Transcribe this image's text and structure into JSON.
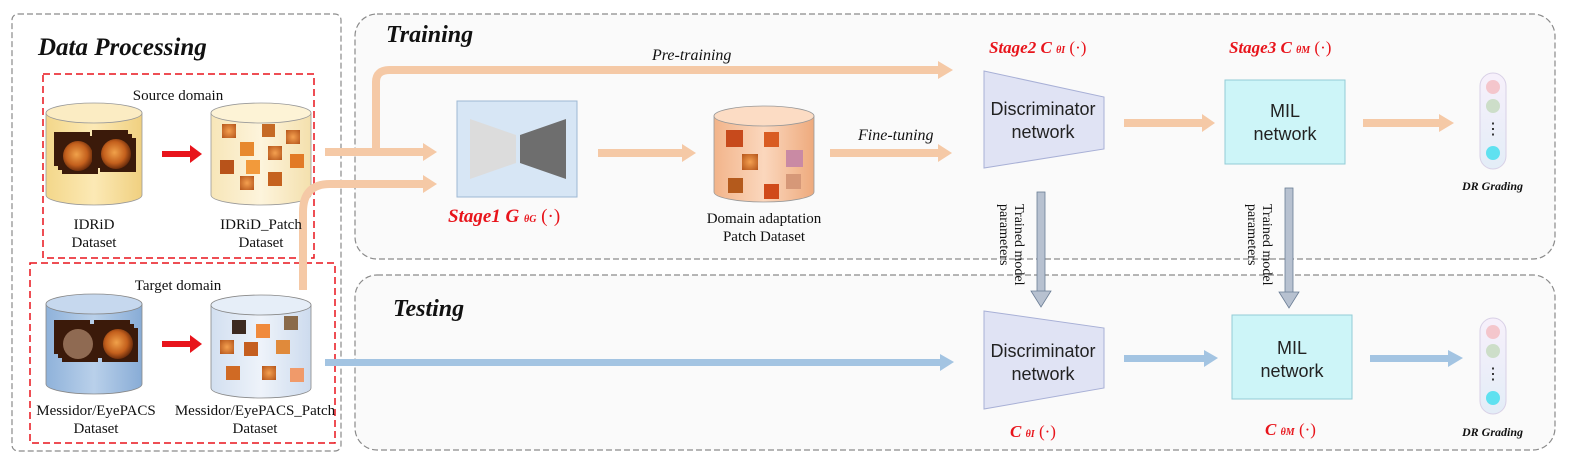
{
  "sections": {
    "data_processing": "Data Processing",
    "training": "Training",
    "testing": "Testing"
  },
  "domains": {
    "source": "Source domain",
    "target": "Target domain"
  },
  "datasets": {
    "idrid": [
      "IDRiD",
      "Dataset"
    ],
    "idrid_patch": [
      "IDRiD_Patch",
      "Dataset"
    ],
    "messidor": [
      "Messidor/EyePACS",
      "Dataset"
    ],
    "messidor_patch": [
      "Messidor/EyePACS_Patch",
      "Dataset"
    ],
    "domain_adaptation": [
      "Domain adaptation",
      "Patch Dataset"
    ]
  },
  "edges": {
    "pre_training": "Pre-training",
    "fine_tuning": "Fine-tuning",
    "trained_params_1": "Trained model",
    "trained_params_2": "parameters"
  },
  "stages": {
    "stage1": {
      "prefix": "Stage1 G",
      "sub": "θG",
      "arg": "(·)"
    },
    "stage2": {
      "prefix": "Stage2 C",
      "sub": "θI",
      "arg": "(·)"
    },
    "stage3": {
      "prefix": "Stage3 C",
      "sub": "θM",
      "arg": "(·)"
    },
    "test_disc": {
      "prefix": "C",
      "sub": "θI",
      "arg": "(·)"
    },
    "test_mil": {
      "prefix": "C",
      "sub": "θM",
      "arg": "(·)"
    }
  },
  "networks": {
    "discriminator": [
      "Discriminator",
      "network"
    ],
    "mil": [
      "MIL",
      "network"
    ]
  },
  "outputs": {
    "grading": "DR Grading",
    "ellipsis": "⋮"
  },
  "colors": {
    "orange_arrow": "#f5c9a6",
    "blue_arrow": "#a3c4e2",
    "red_dashed": "#e8141b",
    "disc_fill": "#e0e3f4",
    "mil_fill": "#cdf5f8"
  }
}
